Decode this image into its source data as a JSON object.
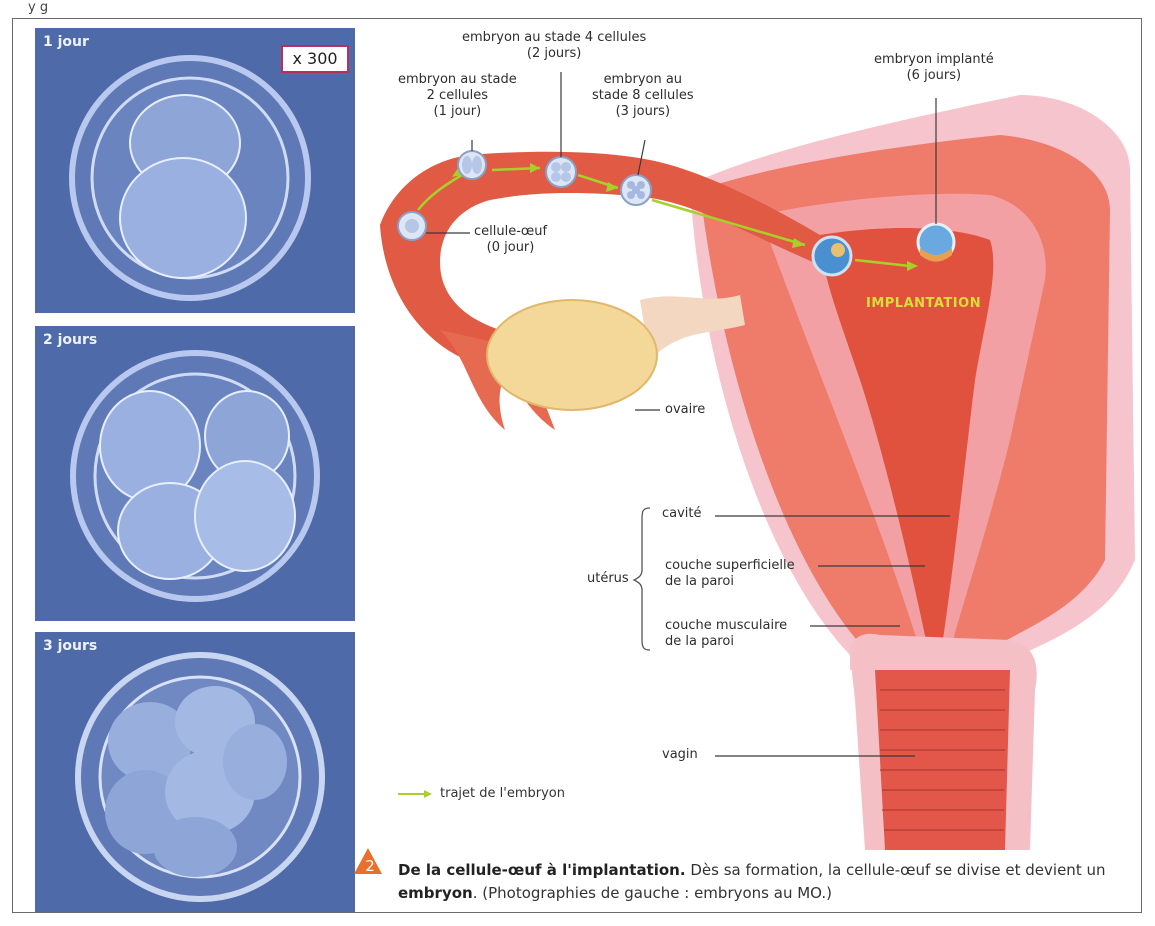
{
  "top_text": "y                                                  g",
  "photos": [
    {
      "label": "1 jour"
    },
    {
      "label": "2 jours"
    },
    {
      "label": "3 jours"
    }
  ],
  "magnification": "x 300",
  "labels": {
    "stade2": [
      "embryon au stade",
      "2 cellules",
      "(1 jour)"
    ],
    "stade4": [
      "embryon au stade 4 cellules",
      "(2 jours)"
    ],
    "stade8": [
      "embryon au",
      "stade 8 cellules",
      "(3 jours)"
    ],
    "implante": [
      "embryon implanté",
      "(6 jours)"
    ],
    "cellule": [
      "cellule-œuf",
      "(0 jour)"
    ],
    "implantation": "IMPLANTATION",
    "ovaire": "ovaire",
    "uterus": "utérus",
    "cavite": "cavité",
    "superficielle": [
      "couche superficielle",
      "de la paroi"
    ],
    "musculaire": [
      "couche musculaire",
      "de la paroi"
    ],
    "vagin": "vagin"
  },
  "legend": "trajet de l'embryon",
  "caption": {
    "number": "2",
    "title": "De la cellule-œuf à l'implantation.",
    "text1": " Dès sa formation, la cellule-œuf se divise et devient un ",
    "bold": "embryon",
    "text2": ". (Photographies de gauche : embryons au MO.)"
  },
  "colors": {
    "photo_bg": "#4f6aa8",
    "uterus": "#e0604a",
    "wall": "#f4b8c0",
    "arrow": "#a9d02a",
    "badge": "#e8702a"
  }
}
